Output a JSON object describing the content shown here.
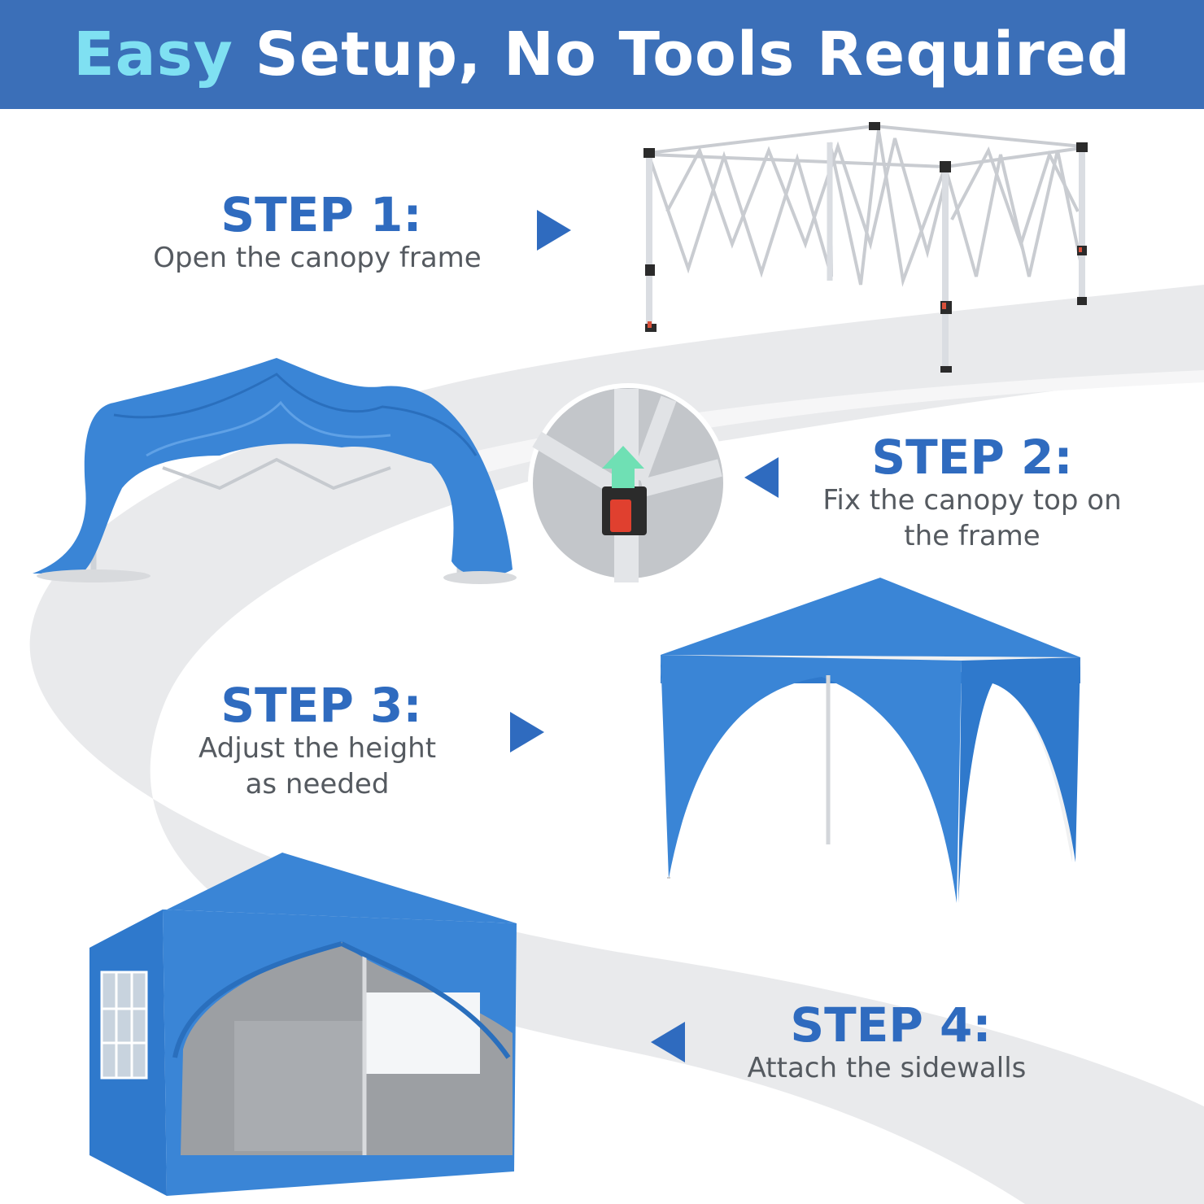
{
  "header": {
    "title_accent": "Easy",
    "title_rest": " Setup, No Tools Required"
  },
  "steps": [
    {
      "title": "STEP 1:",
      "desc": "Open the canopy frame",
      "arrow": "right"
    },
    {
      "title": "STEP 2:",
      "desc": "Fix the canopy top on the frame",
      "arrow": "left"
    },
    {
      "title": "STEP 3:",
      "desc": "Adjust the height as needed",
      "arrow": "right"
    },
    {
      "title": "STEP 4:",
      "desc": "Attach the sidewalls",
      "arrow": "left"
    }
  ],
  "colors": {
    "banner": "#3b6fb8",
    "accent": "#7fe0f2",
    "step": "#2f6bbf",
    "canopy": "#3a85d6",
    "path": "#e9eaec"
  }
}
